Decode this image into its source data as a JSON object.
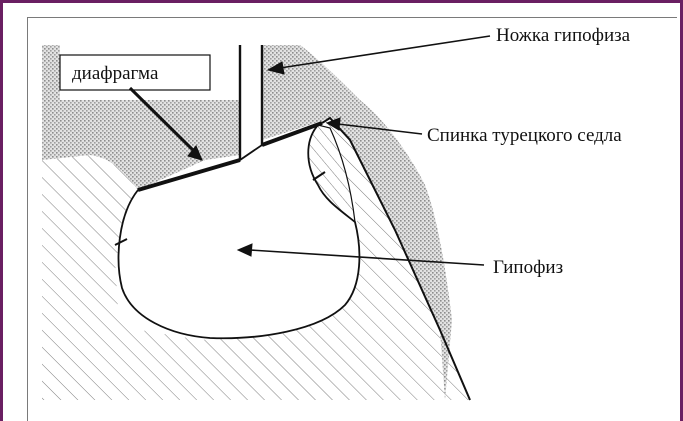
{
  "labels": {
    "diaphragm": "диафрагма",
    "stalk": "Ножка гипофиза",
    "dorsum": "Спинка турецкого седла",
    "pituitary": "Гипофиз"
  },
  "colors": {
    "frame": "#6a1f62",
    "ink": "#111111",
    "stipple": "#9a9a9a",
    "hatch": "#666666"
  }
}
